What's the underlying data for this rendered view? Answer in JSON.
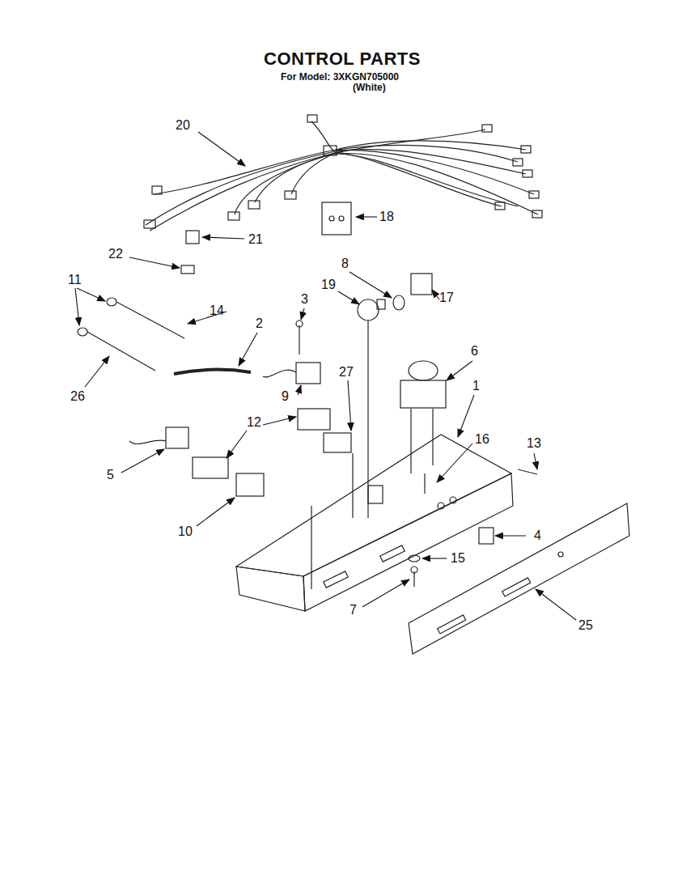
{
  "diagram": {
    "title": "CONTROL PARTS",
    "labels": [
      "For Model: 3XKGN705000",
      "(White)",
      "20",
      "18",
      "21",
      "22",
      "11",
      "8",
      "19",
      "17",
      "3",
      "14",
      "2",
      "6",
      "27",
      "9",
      "26",
      "1",
      "12",
      "16",
      "13",
      "5",
      "10",
      "4",
      "15",
      "7",
      "25"
    ]
  }
}
